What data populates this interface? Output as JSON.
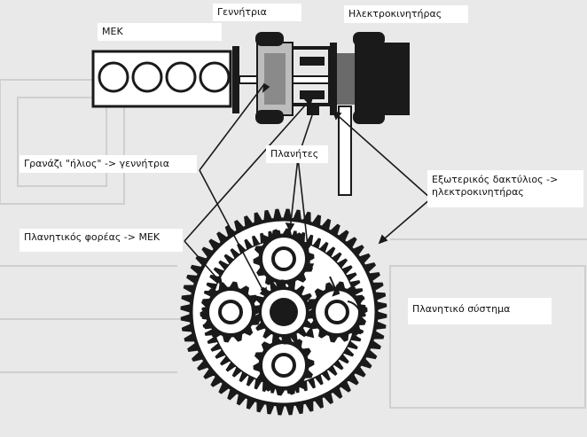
{
  "diagram": {
    "labels": {
      "mek": "ΜΕΚ",
      "generator": "Γεννήτρια",
      "motor": "Ηλεκτροκινητήρας",
      "sun_gear": "Γρανάζι \"ήλιος\" -> γεννήτρια",
      "planets": "Πλανήτες",
      "ring_line1": "Εξωτερικός δακτύλιος ->",
      "ring_line2": "ηλεκτροκινητήρας",
      "carrier": "Πλανητικός φορέας -> ΜΕΚ",
      "system": "Πλανητικό σύστημα"
    },
    "colors": {
      "ink": "#1a1a1a",
      "gear_fill": "#ffffff",
      "background": "#e9e9e9",
      "label_bg": "#ffffff"
    },
    "gear_teeth": {
      "ring": 60,
      "sun": 18,
      "planet": 14
    }
  }
}
